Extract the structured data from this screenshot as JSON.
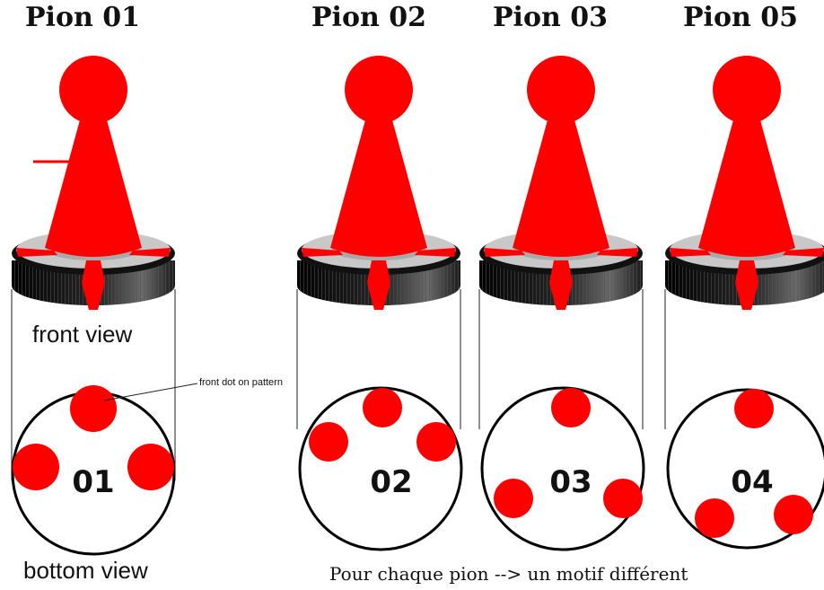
{
  "colors": {
    "accent": "#ff0000",
    "base_dark": "#111111",
    "base_top": "#c8c8c8",
    "outline": "#000000"
  },
  "titles": [
    "Pion 01",
    "Pion 02",
    "Pion 03",
    "Pion 05"
  ],
  "labels": {
    "front_view": "front view",
    "bottom_view": "bottom view",
    "front_dot_note": "front dot on pattern",
    "caption": "Pour chaque pion --> un motif différent"
  },
  "patterns": [
    {
      "number": "01",
      "dots": [
        "top",
        "left",
        "right"
      ]
    },
    {
      "number": "02",
      "dots": [
        "top",
        "upper-left",
        "upper-right"
      ]
    },
    {
      "number": "03",
      "dots": [
        "top",
        "lower-left",
        "lower-right"
      ]
    },
    {
      "number": "04",
      "dots": [
        "top",
        "lower-left",
        "lower-right"
      ]
    }
  ]
}
